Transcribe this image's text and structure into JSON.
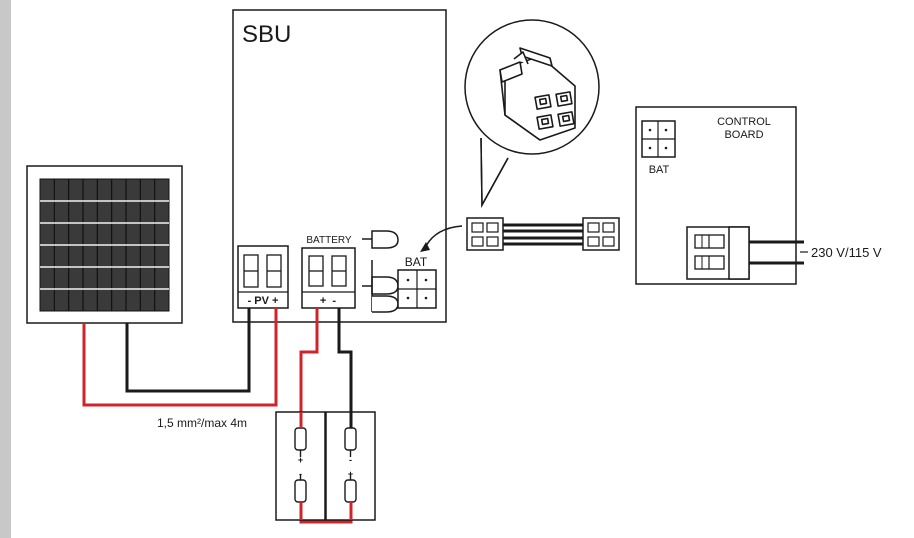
{
  "labels": {
    "sbu": "SBU",
    "battery": "BATTERY",
    "bat_sbu": "BAT",
    "pv": "- PV +",
    "battery_terminals": "+  -",
    "control_line1": "CONTROL",
    "control_line2": "BOARD",
    "bat_control": "BAT",
    "voltage": "230 V/115 V",
    "cable_spec": "1,5 mm²/max 4m",
    "cell1_top": "+",
    "cell1_bottom": "-",
    "cell2_top": "-",
    "cell2_bottom": "+"
  },
  "colors": {
    "line": "#1a1a1a",
    "positive_wire": "#d0242b",
    "panel_cell": "#3a3a3a",
    "panel_grid": "#111111",
    "left_bar": "#c8c8c8"
  },
  "icons": {
    "solar_panel": "solar-panel-icon",
    "connector_zoom": "connector-plug-icon",
    "battery_cell": "battery-cell-icon"
  }
}
